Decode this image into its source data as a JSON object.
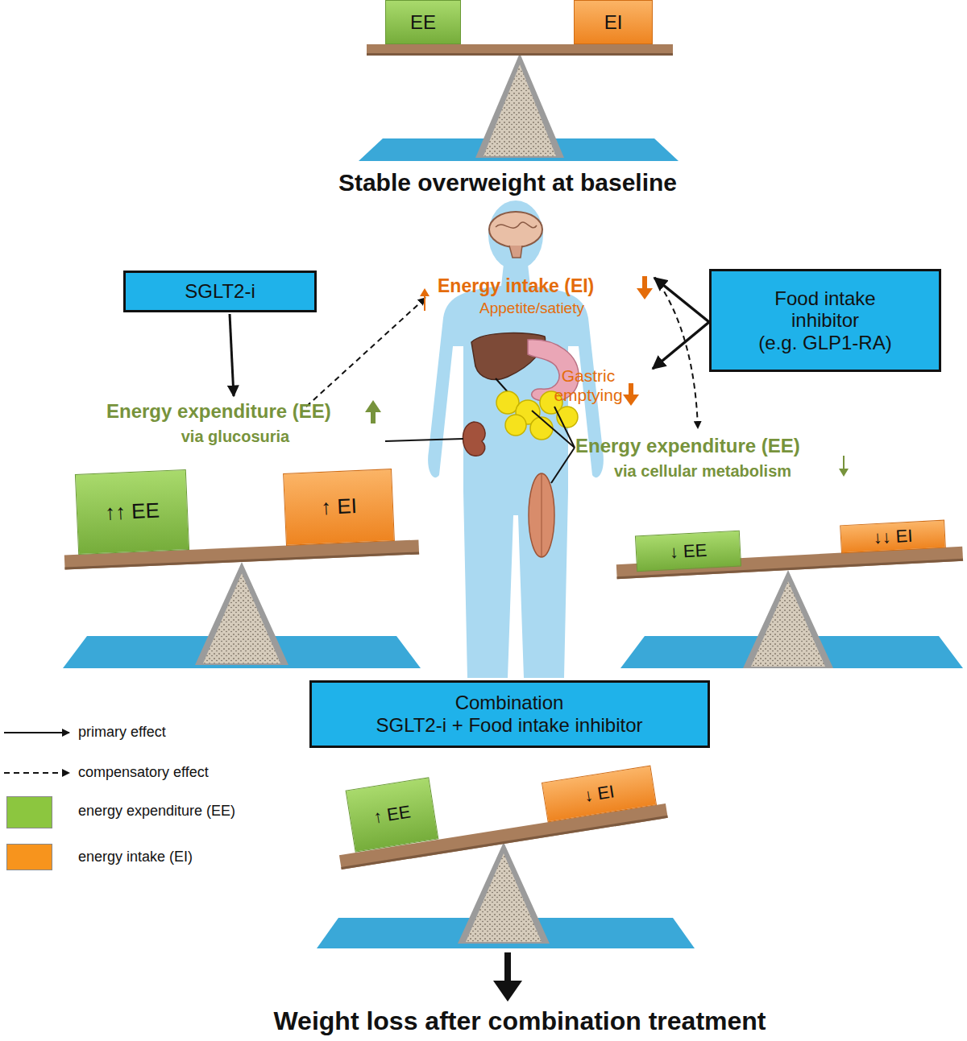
{
  "diagram": {
    "nodes": [
      {
        "text": [
          "EE"
        ]
      },
      {
        "text": [
          "EI"
        ]
      },
      {
        "text": [
          "SGLT2-i"
        ]
      },
      {
        "text": [
          "Food intake inhibitor",
          "(e.g. GLP1-RA)"
        ]
      },
      {
        "text": [
          "↑↑ EE"
        ]
      },
      {
        "text": [
          "↑ EI"
        ]
      },
      {
        "text": [
          "↓ EE"
        ]
      },
      {
        "text": [
          "↓↓ EI"
        ]
      },
      {
        "text": [
          "Combination",
          "SGLT2-i + Food intake inhibitor"
        ]
      },
      {
        "text": [
          "↑ EE"
        ]
      },
      {
        "text": [
          "↓ EI"
        ]
      }
    ],
    "labels": [
      "Stable overweight at baseline",
      "Energy intake (EI)",
      "Appetite/satiety",
      "Gastric emptying",
      "Energy expenditure (EE)",
      "via glucosuria",
      "Energy expenditure (EE)",
      "via cellular metabolism",
      "Weight loss after combination treatment"
    ],
    "legend": [
      {
        "text": "primary effect"
      },
      {
        "text": "compensatory effect"
      },
      {
        "text": "energy expenditure (EE)",
        "color": "#8cc63f"
      },
      {
        "text": "energy intake (EI)",
        "color": "#f7941d"
      }
    ]
  }
}
